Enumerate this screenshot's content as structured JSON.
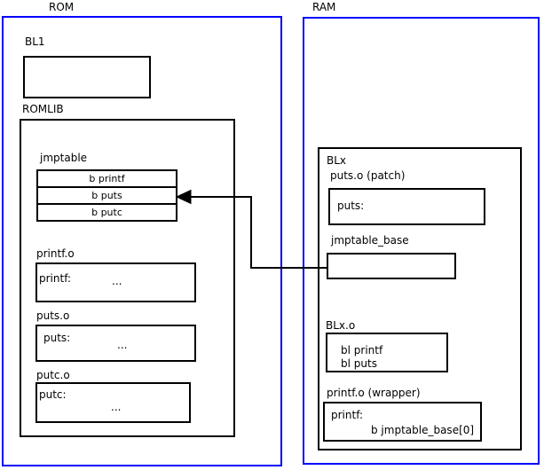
{
  "colors": {
    "frame": "#0000ff",
    "box": "#000000",
    "background": "#ffffff"
  },
  "rom": {
    "title": "ROM",
    "bl1": {
      "label": "BL1"
    },
    "romlib": {
      "label": "ROMLIB",
      "jmptable": {
        "label": "jmptable",
        "entries": [
          "b printf",
          "b puts",
          "b putc"
        ]
      },
      "printf_o": {
        "label": "printf.o",
        "symbol": "printf:",
        "ellipsis": "..."
      },
      "puts_o": {
        "label": "puts.o",
        "symbol": "puts:",
        "ellipsis": "..."
      },
      "putc_o": {
        "label": "putc.o",
        "symbol": "putc:",
        "ellipsis": "..."
      }
    }
  },
  "ram": {
    "title": "RAM",
    "blx": {
      "label": "BLx",
      "puts_patch": {
        "label": "puts.o (patch)",
        "symbol": "puts:"
      },
      "jmptable_base": {
        "label": "jmptable_base"
      },
      "blx_o": {
        "label": "BLx.o",
        "lines": [
          "bl printf",
          "bl puts"
        ]
      },
      "printf_wrapper": {
        "label": "printf.o (wrapper)",
        "symbol": "printf:",
        "instruction": "b jmptable_base[0]"
      }
    }
  },
  "arrow": {
    "from": "jmptable_base",
    "to": "b puts"
  }
}
